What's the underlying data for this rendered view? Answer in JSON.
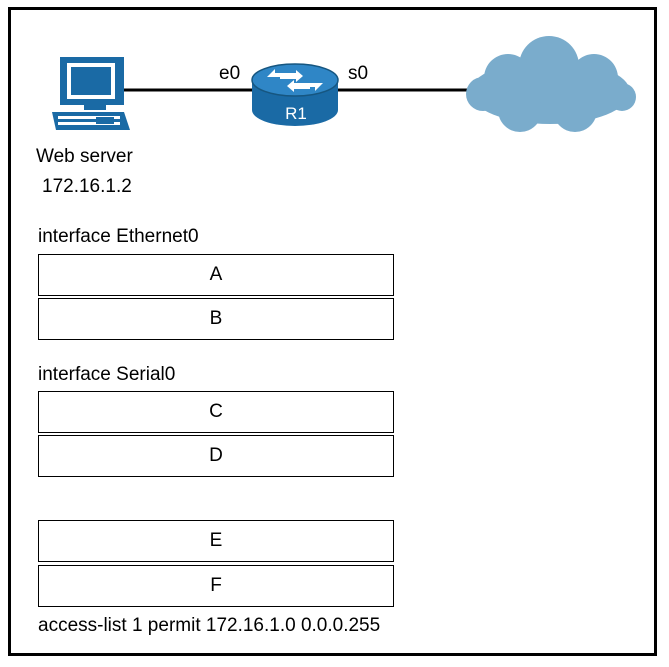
{
  "diagram": {
    "server": {
      "name": "Web server",
      "ip": "172.16.1.2"
    },
    "router": {
      "label": "R1",
      "left_interface": "e0",
      "right_interface": "s0"
    },
    "config": {
      "ethernet_heading": "interface Ethernet0",
      "serial_heading": "interface Serial0",
      "slots": [
        "A",
        "B",
        "C",
        "D",
        "E",
        "F"
      ],
      "access_list": "access-list 1 permit 172.16.1.0 0.0.0.255"
    },
    "colors": {
      "device_blue": "#1a6aa5",
      "cloud_blue": "#7aaccc",
      "router_dark": "#165680"
    }
  }
}
